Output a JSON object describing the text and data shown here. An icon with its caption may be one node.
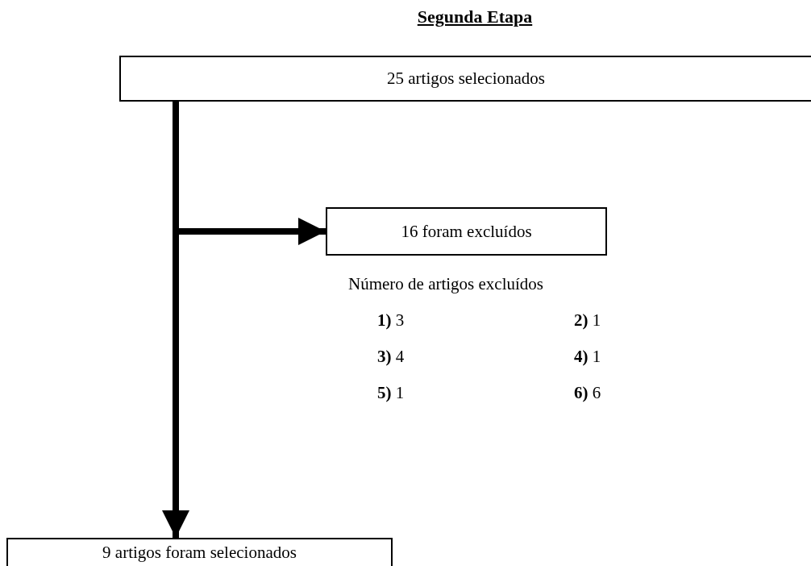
{
  "diagram": {
    "title": "Segunda Etapa",
    "nodes": [
      {
        "text": [
          "25 artigos selecionados"
        ]
      },
      {
        "text": [
          "16 foram excluídos"
        ]
      },
      {
        "text": [
          "9 artigos foram selecionados"
        ]
      }
    ],
    "edges": [
      {
        "from": 0,
        "to": 2,
        "arrow": "to"
      },
      {
        "from": 0,
        "to": 1,
        "arrow": "to"
      }
    ],
    "labels": [
      "Número de artigos excluídos",
      "**1)** 3",
      "**2)** 1",
      "**3)** 4",
      "**4)** 1",
      "**5)** 1",
      "**6)** 6"
    ]
  }
}
